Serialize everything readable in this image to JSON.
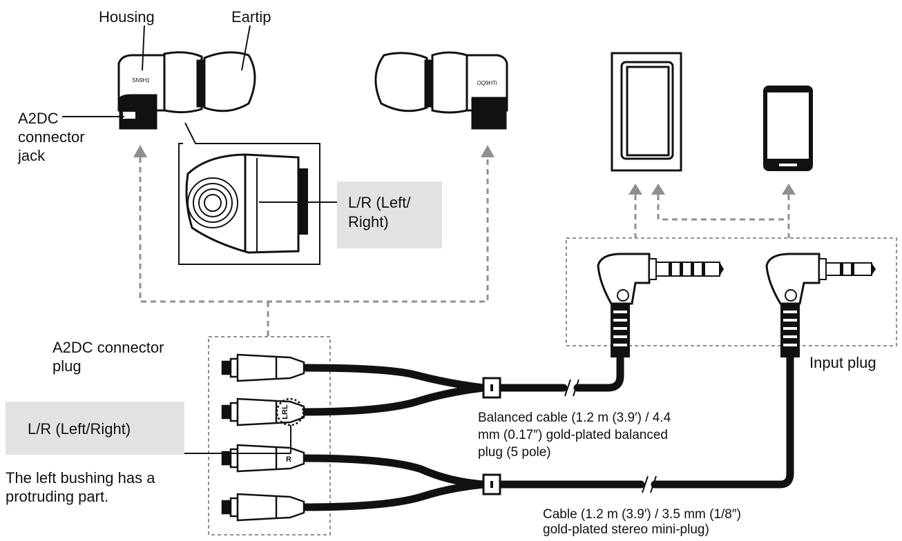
{
  "labels": {
    "housing": "Housing",
    "eartip": "Eartip",
    "a2dc_jack_1": "A2DC",
    "a2dc_jack_2": "connector",
    "a2dc_jack_3": "jack",
    "lr_top_1": "L/R (Left/",
    "lr_top_2": "Right)",
    "a2dc_plug_1": "A2DC connector",
    "a2dc_plug_2": "plug",
    "lr_bottom": "L/R (Left/Right)",
    "bushing_1": "The left bushing has a",
    "bushing_2": "protruding part.",
    "input_plug": "Input plug",
    "balanced_1": "Balanced cable (1.2 m (3.9′) / 4.4",
    "balanced_2": "mm (0.17″) gold-plated balanced",
    "balanced_3": "plug (5 pole)",
    "cable_1": "Cable (1.2 m (3.9′) / 3.5 mm (1/8″)",
    "cable_2": "gold-plated stereo mini-plug)"
  },
  "markings": {
    "left_housing": "SN9H1",
    "right_housing": "OQ9HTi",
    "plug_lr": "LRL",
    "plug_r": "R"
  }
}
